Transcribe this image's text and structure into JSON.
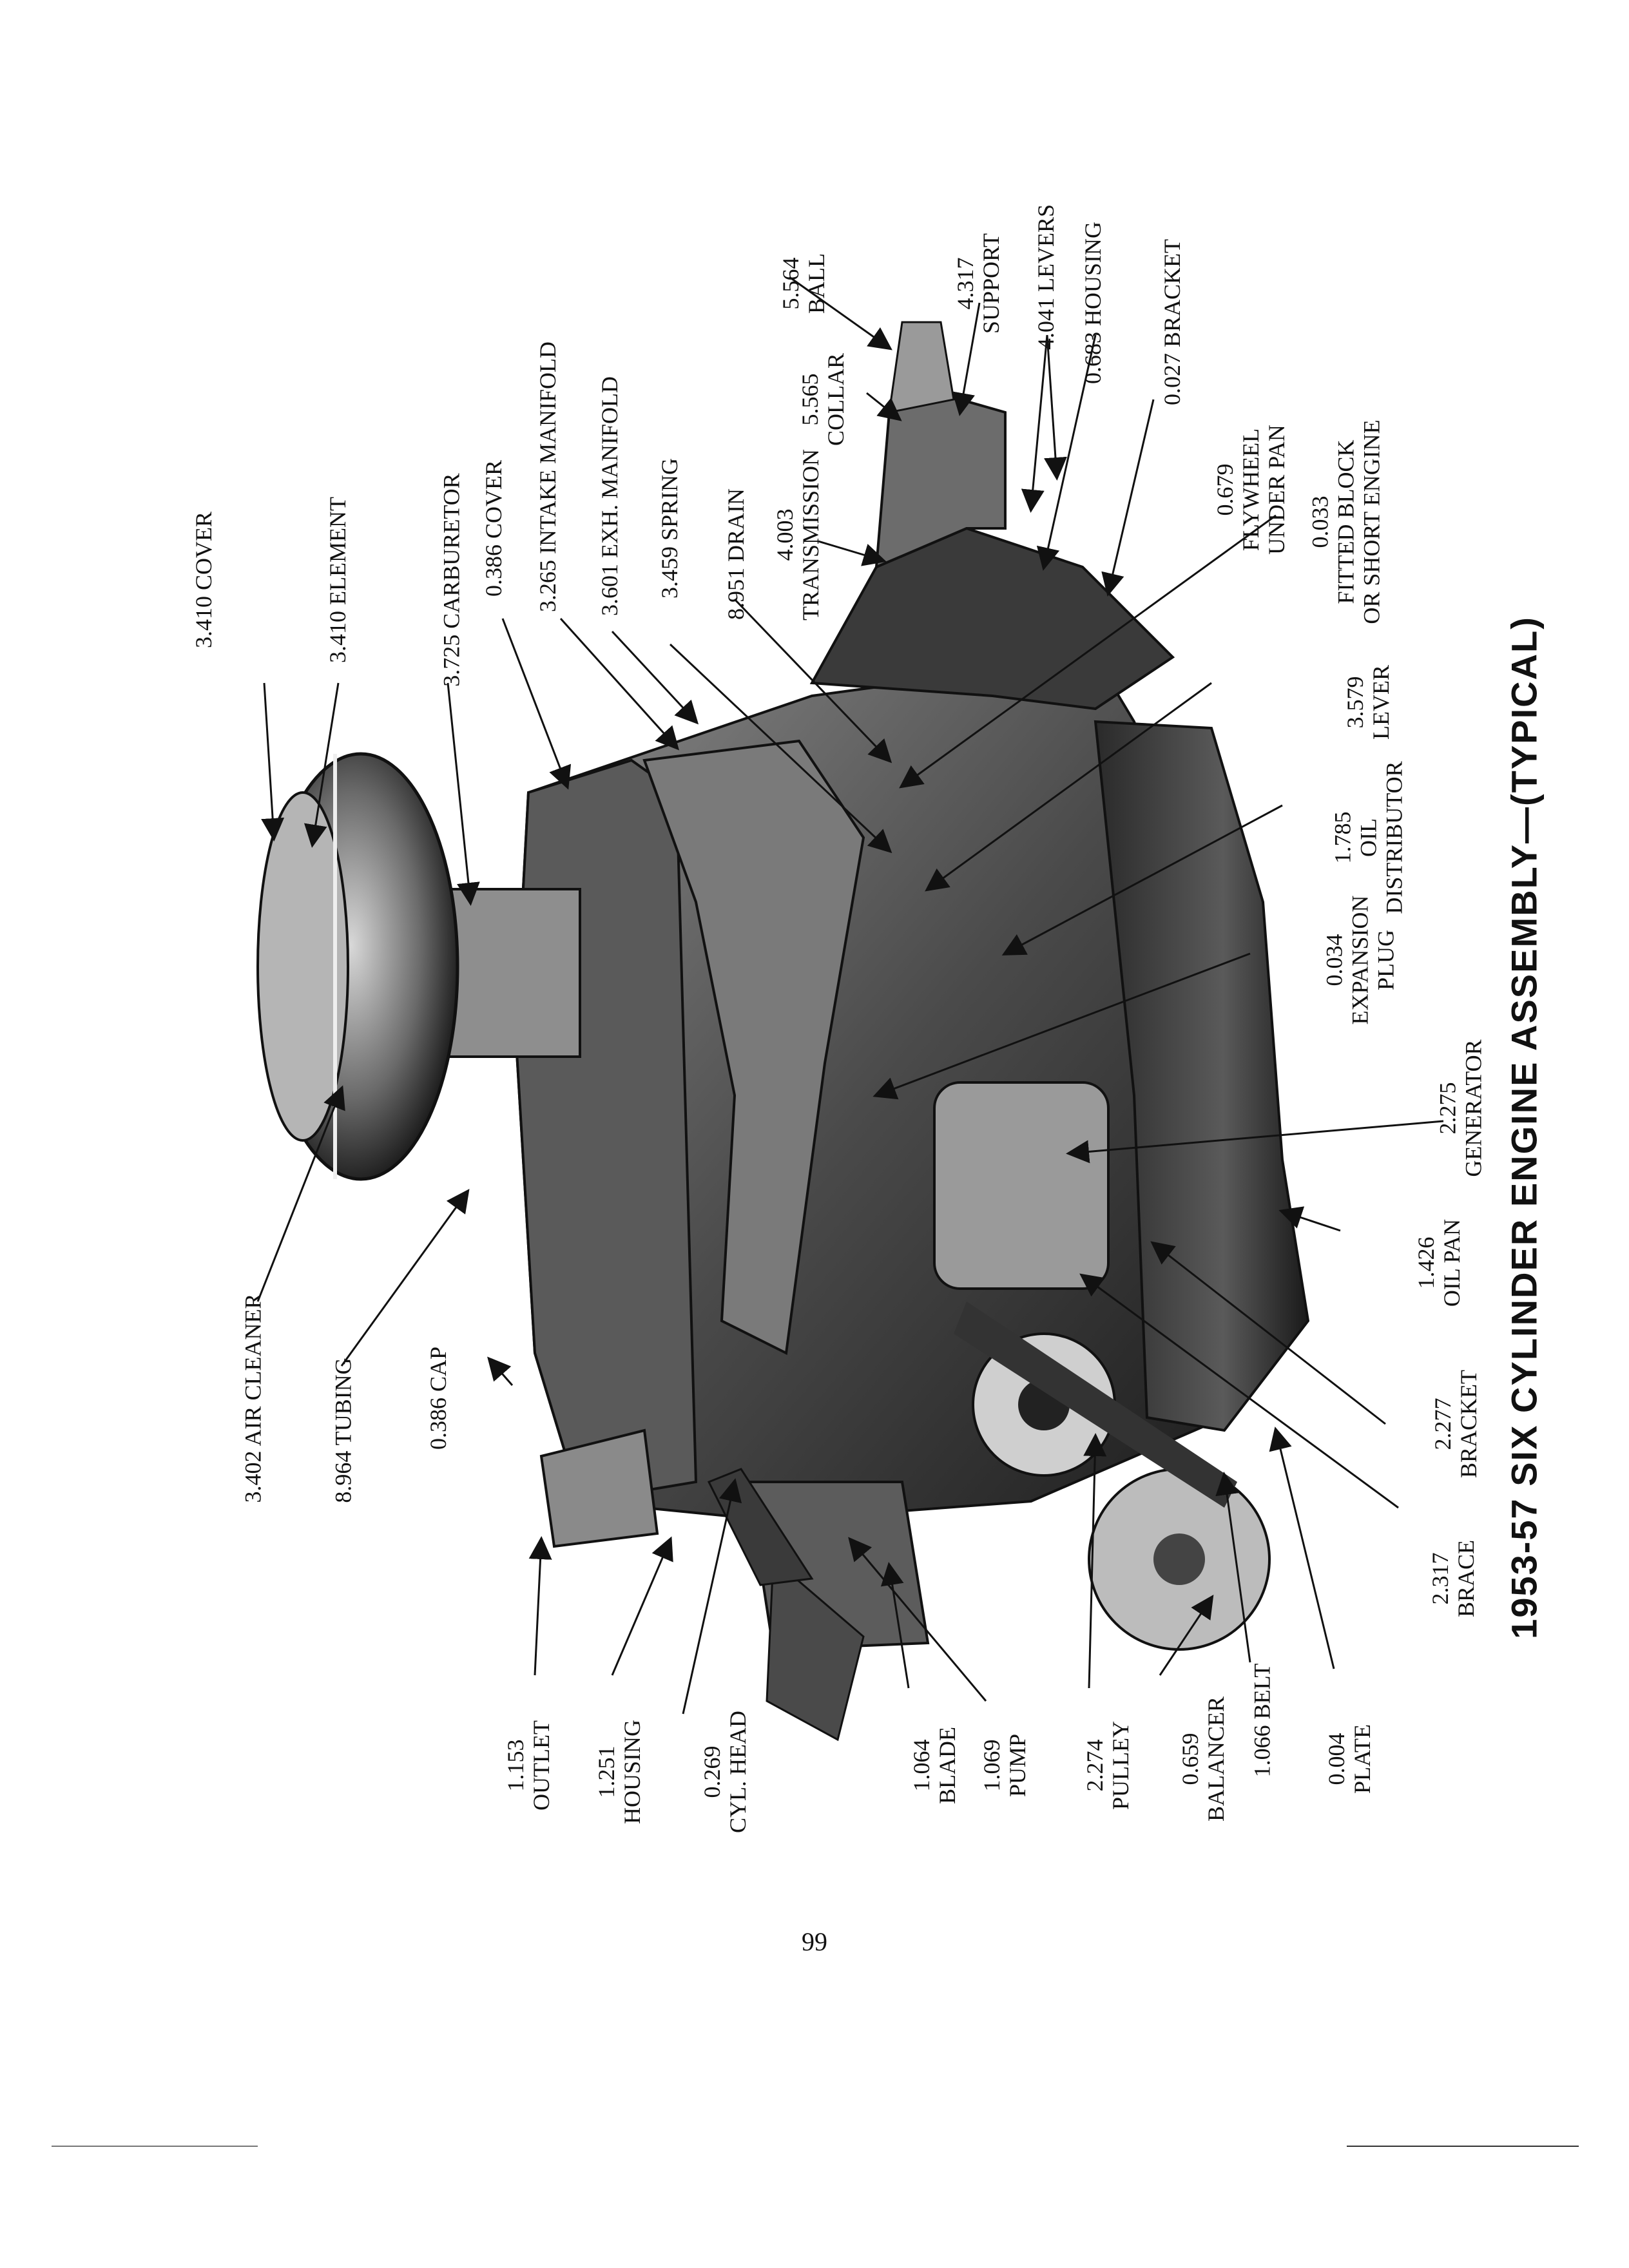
{
  "title": "1953-57 SIX CYLINDER ENGINE ASSEMBLY—(TYPICAL)",
  "page_number": "99",
  "labels": {
    "cover_3410": "3.410 COVER",
    "element": "3.410 ELEMENT",
    "carburetor": "3.725 CARBURETOR",
    "cover_0386": "0.386 COVER",
    "intake_manifold": "3.265 INTAKE MANIFOLD",
    "exh_manifold": "3.601 EXH. MANIFOLD",
    "spring": "3.459 SPRING",
    "drain": "8.951 DRAIN",
    "transmission": [
      "4.003",
      "TRANSMISSION"
    ],
    "collar": [
      "5.565",
      "COLLAR"
    ],
    "ball": [
      "5.564",
      "BALL"
    ],
    "support": [
      "4.317",
      "SUPPORT"
    ],
    "levers": "4.041 LEVERS",
    "housing_0683": "0.683 HOUSING",
    "bracket_0027": "0.027 BRACKET",
    "flywheel": [
      "0.679",
      "FLYWHEEL",
      "UNDER PAN"
    ],
    "fitted_block": [
      "0.033",
      "FITTED BLOCK",
      "OR SHORT ENGINE"
    ],
    "lever": [
      "3.579",
      "LEVER"
    ],
    "oil_distributor": [
      "1.785",
      "OIL",
      "DISTRIBUTOR"
    ],
    "expansion_plug": [
      "0.034",
      "EXPANSION",
      "PLUG"
    ],
    "generator": [
      "2.275",
      "GENERATOR"
    ],
    "oil_pan": [
      "1.426",
      "OIL PAN"
    ],
    "bracket_2277": [
      "2.277",
      "BRACKET"
    ],
    "brace": [
      "2.317",
      "BRACE"
    ],
    "air_cleaner": "3.402 AIR CLEANER",
    "tubing": "8.964 TUBING",
    "cap": "0.386 CAP",
    "outlet": [
      "1.153",
      "OUTLET"
    ],
    "housing_1251": [
      "1.251",
      "HOUSING"
    ],
    "cyl_head": [
      "0.269",
      "CYL. HEAD"
    ],
    "blade": [
      "1.064",
      "BLADE"
    ],
    "pump": [
      "1.069",
      "PUMP"
    ],
    "pulley": [
      "2.274",
      "PULLEY"
    ],
    "balancer": [
      "0.659",
      "BALANCER"
    ],
    "belt": "1.066 BELT",
    "plate": [
      "0.004",
      "PLATE"
    ]
  }
}
